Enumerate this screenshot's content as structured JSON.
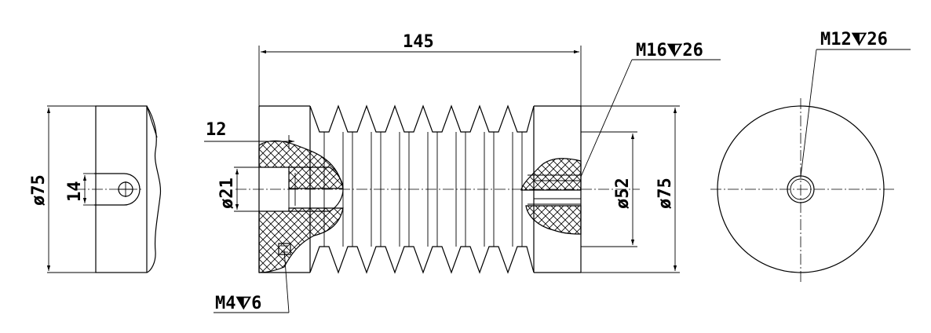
{
  "drawing": {
    "dimensions": {
      "diameter_left_view": "ø75",
      "slot_width": "14",
      "overall_length": "145",
      "counterbore_depth": "12",
      "thread_bore_diameter": "ø21",
      "inner_diameter": "ø52",
      "outer_diameter_front": "ø75",
      "thread_m16": "M16⧨26",
      "thread_m4": "M4⧨6",
      "thread_m12": "M12⧨26"
    }
  }
}
